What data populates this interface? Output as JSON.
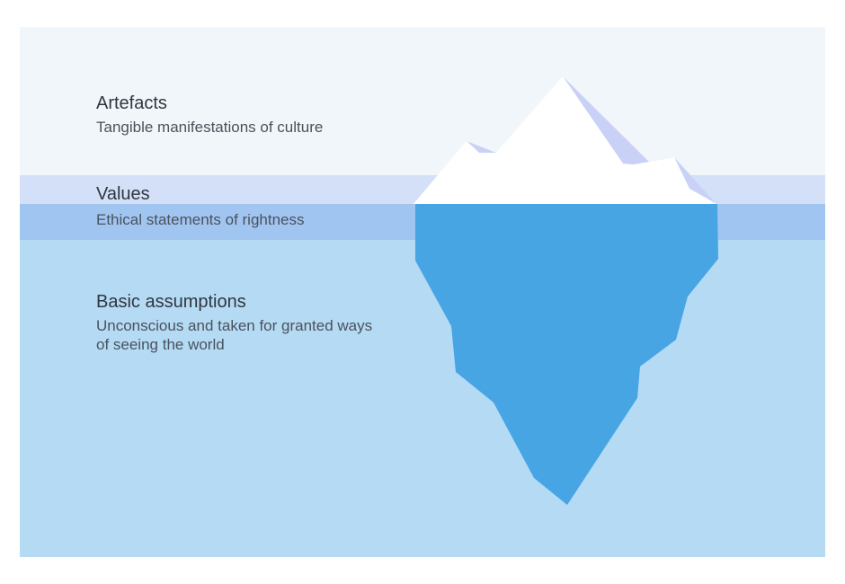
{
  "layers": [
    {
      "key": "artefacts",
      "title": "Artefacts",
      "description": "Tangible manifestations of culture"
    },
    {
      "key": "values",
      "title": "Values",
      "description": "Ethical statements of rightness"
    },
    {
      "key": "assumptions",
      "title": "Basic assumptions",
      "description": "Unconscious and taken for granted ways of seeing the world"
    }
  ],
  "colors": {
    "surface_background": "#f1f6fa",
    "values_band_light": "#d4dff8",
    "values_band_dark": "#a1c5f1",
    "water": "#b5daf4",
    "iceberg_above": "#ffffff",
    "iceberg_shadow": "#c9d2f6",
    "iceberg_below": "#48a5e3",
    "title_text": "#2f3640",
    "description_text": "#4a525c"
  }
}
